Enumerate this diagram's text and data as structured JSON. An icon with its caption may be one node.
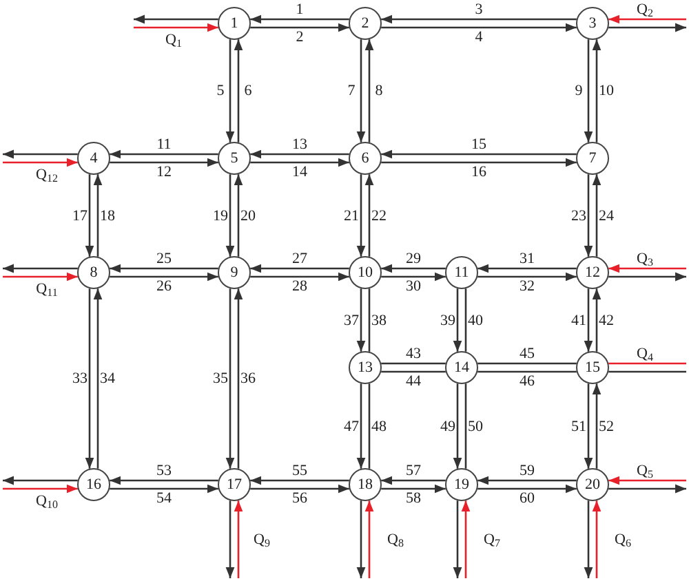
{
  "diagram": {
    "nodes": [
      {
        "text": [
          "1"
        ]
      },
      {
        "text": [
          "2"
        ]
      },
      {
        "text": [
          "3"
        ]
      },
      {
        "text": [
          "4"
        ]
      },
      {
        "text": [
          "5"
        ]
      },
      {
        "text": [
          "6"
        ]
      },
      {
        "text": [
          "7"
        ]
      },
      {
        "text": [
          "8"
        ]
      },
      {
        "text": [
          "9"
        ]
      },
      {
        "text": [
          "10"
        ]
      },
      {
        "text": [
          "11"
        ]
      },
      {
        "text": [
          "12"
        ]
      },
      {
        "text": [
          "13"
        ]
      },
      {
        "text": [
          "14"
        ]
      },
      {
        "text": [
          "15"
        ]
      },
      {
        "text": [
          "16"
        ]
      },
      {
        "text": [
          "17"
        ]
      },
      {
        "text": [
          "18"
        ]
      },
      {
        "text": [
          "19"
        ]
      },
      {
        "text": [
          "20"
        ]
      }
    ],
    "edges": [
      {
        "from": 1,
        "to": 0,
        "arrow": "to",
        "label": "1"
      },
      {
        "from": 0,
        "to": 1,
        "arrow": "to",
        "label": "2"
      },
      {
        "from": 2,
        "to": 1,
        "arrow": "to",
        "label": "3"
      },
      {
        "from": 1,
        "to": 2,
        "arrow": "to",
        "label": "4"
      },
      {
        "from": 0,
        "to": 4,
        "arrow": "to",
        "label": "5"
      },
      {
        "from": 4,
        "to": 0,
        "arrow": "to",
        "label": "6"
      },
      {
        "from": 1,
        "to": 5,
        "arrow": "to",
        "label": "7"
      },
      {
        "from": 5,
        "to": 1,
        "arrow": "to",
        "label": "8"
      },
      {
        "from": 2,
        "to": 6,
        "arrow": "to",
        "label": "9"
      },
      {
        "from": 6,
        "to": 2,
        "arrow": "to",
        "label": "10"
      },
      {
        "from": 4,
        "to": 3,
        "arrow": "to",
        "label": "11"
      },
      {
        "from": 3,
        "to": 4,
        "arrow": "to",
        "label": "12"
      },
      {
        "from": 5,
        "to": 4,
        "arrow": "to",
        "label": "13"
      },
      {
        "from": 4,
        "to": 5,
        "arrow": "to",
        "label": "14"
      },
      {
        "from": 6,
        "to": 5,
        "arrow": "to",
        "label": "15"
      },
      {
        "from": 5,
        "to": 6,
        "arrow": "to",
        "label": "16"
      },
      {
        "from": 3,
        "to": 7,
        "arrow": "to",
        "label": "17"
      },
      {
        "from": 7,
        "to": 3,
        "arrow": "to",
        "label": "18"
      },
      {
        "from": 4,
        "to": 8,
        "arrow": "to",
        "label": "19"
      },
      {
        "from": 8,
        "to": 4,
        "arrow": "to",
        "label": "20"
      },
      {
        "from": 5,
        "to": 9,
        "arrow": "to",
        "label": "21"
      },
      {
        "from": 9,
        "to": 5,
        "arrow": "to",
        "label": "22"
      },
      {
        "from": 6,
        "to": 11,
        "arrow": "to",
        "label": "23"
      },
      {
        "from": 11,
        "to": 6,
        "arrow": "to",
        "label": "24"
      },
      {
        "from": 8,
        "to": 7,
        "arrow": "to",
        "label": "25"
      },
      {
        "from": 7,
        "to": 8,
        "arrow": "to",
        "label": "26"
      },
      {
        "from": 9,
        "to": 8,
        "arrow": "to",
        "label": "27"
      },
      {
        "from": 8,
        "to": 9,
        "arrow": "to",
        "label": "28"
      },
      {
        "from": 10,
        "to": 9,
        "arrow": "to",
        "label": "29"
      },
      {
        "from": 9,
        "to": 10,
        "arrow": "to",
        "label": "30"
      },
      {
        "from": 11,
        "to": 10,
        "arrow": "to",
        "label": "31"
      },
      {
        "from": 10,
        "to": 11,
        "arrow": "to",
        "label": "32"
      },
      {
        "from": 7,
        "to": 15,
        "arrow": "to",
        "label": "33"
      },
      {
        "from": 15,
        "to": 7,
        "arrow": "to",
        "label": "34"
      },
      {
        "from": 8,
        "to": 16,
        "arrow": "to",
        "label": "35"
      },
      {
        "from": 16,
        "to": 8,
        "arrow": "to",
        "label": "36"
      },
      {
        "from": 9,
        "to": 12,
        "arrow": "to",
        "label": "37"
      },
      {
        "from": 12,
        "to": 9,
        "arrow": "none",
        "label": "38"
      },
      {
        "from": 10,
        "to": 13,
        "arrow": "to",
        "label": "39"
      },
      {
        "from": 13,
        "to": 10,
        "arrow": "none",
        "label": "40"
      },
      {
        "from": 11,
        "to": 14,
        "arrow": "to",
        "label": "41"
      },
      {
        "from": 14,
        "to": 11,
        "arrow": "to",
        "label": "42"
      },
      {
        "from": 13,
        "to": 12,
        "arrow": "none",
        "label": "43"
      },
      {
        "from": 12,
        "to": 13,
        "arrow": "none",
        "label": "44"
      },
      {
        "from": 14,
        "to": 13,
        "arrow": "none",
        "label": "45"
      },
      {
        "from": 13,
        "to": 14,
        "arrow": "none",
        "label": "46"
      },
      {
        "from": 12,
        "to": 17,
        "arrow": "to",
        "label": "47"
      },
      {
        "from": 17,
        "to": 12,
        "arrow": "none",
        "label": "48"
      },
      {
        "from": 13,
        "to": 18,
        "arrow": "to",
        "label": "49"
      },
      {
        "from": 18,
        "to": 13,
        "arrow": "none",
        "label": "50"
      },
      {
        "from": 14,
        "to": 19,
        "arrow": "to",
        "label": "51"
      },
      {
        "from": 19,
        "to": 14,
        "arrow": "to",
        "label": "52"
      },
      {
        "from": 16,
        "to": 15,
        "arrow": "to",
        "label": "53"
      },
      {
        "from": 15,
        "to": 16,
        "arrow": "to",
        "label": "54"
      },
      {
        "from": 17,
        "to": 16,
        "arrow": "to",
        "label": "55"
      },
      {
        "from": 16,
        "to": 17,
        "arrow": "to",
        "label": "56"
      },
      {
        "from": 18,
        "to": 17,
        "arrow": "to",
        "label": "57"
      },
      {
        "from": 17,
        "to": 18,
        "arrow": "to",
        "label": "58"
      },
      {
        "from": 19,
        "to": 18,
        "arrow": "to",
        "label": "59"
      },
      {
        "from": 18,
        "to": 19,
        "arrow": "to",
        "label": "60"
      },
      {
        "from": 0,
        "to": null,
        "arrow": "to"
      },
      {
        "from": null,
        "to": 0,
        "arrow": "to",
        "color": "#e8202a",
        "label": "Q$_{1}$"
      },
      {
        "from": 2,
        "to": null,
        "arrow": "to"
      },
      {
        "from": null,
        "to": 2,
        "arrow": "to",
        "color": "#e8202a",
        "label": "Q$_{2}$"
      },
      {
        "from": 11,
        "to": null,
        "arrow": "to"
      },
      {
        "from": null,
        "to": 11,
        "arrow": "to",
        "color": "#e8202a",
        "label": "Q$_{3}$"
      },
      {
        "from": 14,
        "to": null,
        "arrow": "none"
      },
      {
        "from": null,
        "to": 14,
        "arrow": "none",
        "color": "#e8202a",
        "label": "Q$_{4}$"
      },
      {
        "from": 19,
        "to": null,
        "arrow": "to"
      },
      {
        "from": null,
        "to": 19,
        "arrow": "to",
        "color": "#e8202a",
        "label": "Q$_{5}$"
      },
      {
        "from": 19,
        "to": null,
        "arrow": "to"
      },
      {
        "from": null,
        "to": 19,
        "arrow": "to",
        "color": "#e8202a",
        "label": "Q$_{6}$"
      },
      {
        "from": 18,
        "to": null,
        "arrow": "to"
      },
      {
        "from": null,
        "to": 18,
        "arrow": "to",
        "color": "#e8202a",
        "label": "Q$_{7}$"
      },
      {
        "from": 17,
        "to": null,
        "arrow": "to"
      },
      {
        "from": null,
        "to": 17,
        "arrow": "to",
        "color": "#e8202a",
        "label": "Q$_{8}$"
      },
      {
        "from": 16,
        "to": null,
        "arrow": "to"
      },
      {
        "from": null,
        "to": 16,
        "arrow": "to",
        "color": "#e8202a",
        "label": "Q$_{9}$"
      },
      {
        "from": 15,
        "to": null,
        "arrow": "to"
      },
      {
        "from": null,
        "to": 15,
        "arrow": "to",
        "color": "#e8202a",
        "label": "Q$_{10}$"
      },
      {
        "from": 7,
        "to": null,
        "arrow": "to"
      },
      {
        "from": null,
        "to": 7,
        "arrow": "to",
        "color": "#e8202a",
        "label": "Q$_{11}$"
      },
      {
        "from": 3,
        "to": null,
        "arrow": "to"
      },
      {
        "from": null,
        "to": 3,
        "arrow": "to",
        "color": "#e8202a",
        "label": "Q$_{12}$"
      }
    ]
  }
}
